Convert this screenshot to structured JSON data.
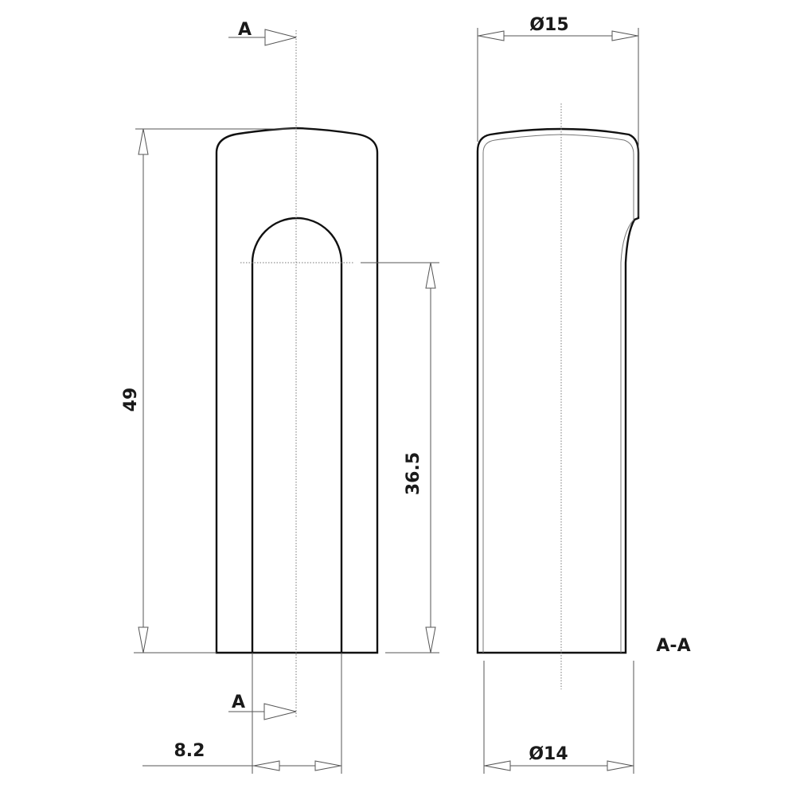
{
  "drawing": {
    "section_mark_top": "A",
    "section_mark_bottom": "A",
    "section_view_label": "A-A",
    "dimensions": {
      "overall_height": "49",
      "slot_depth": "36.5",
      "slot_width": "8.2",
      "outer_diameter": "Ø15",
      "inner_diameter": "Ø14"
    }
  }
}
